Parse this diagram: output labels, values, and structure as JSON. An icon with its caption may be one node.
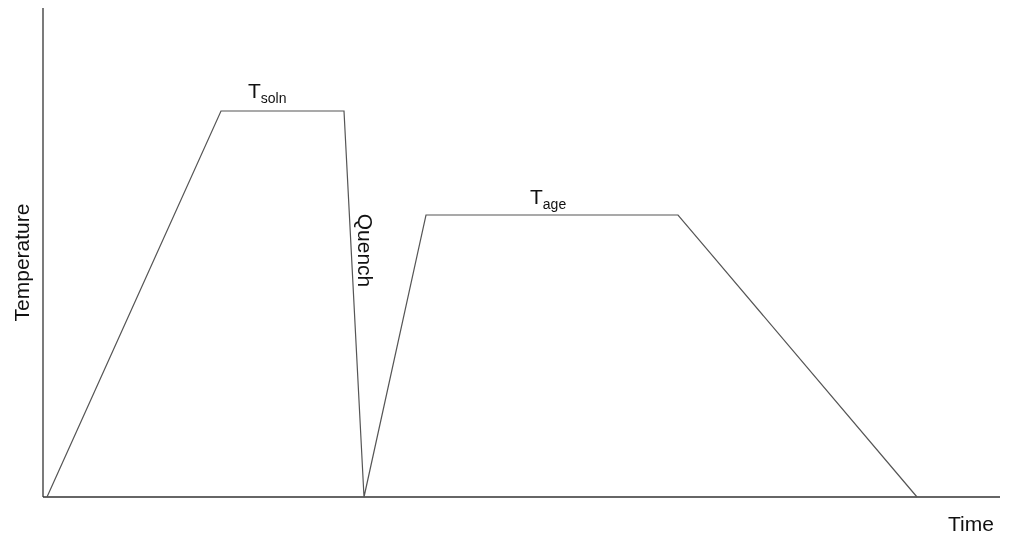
{
  "diagram": {
    "labels": [
      "T$_{soln}$",
      "T$_{age}$",
      "Quench",
      "Temperature",
      "Time"
    ]
  }
}
